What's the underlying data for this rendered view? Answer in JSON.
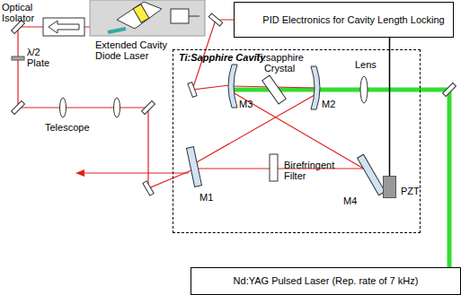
{
  "diagram": {
    "nodes": [
      {
        "text": [
          "PID Electronics for Cavity Length Locking"
        ]
      },
      {
        "text": [
          "Ti:Sapphire Cavity"
        ]
      },
      {
        "text": [
          "PZT"
        ],
        "in": 1
      },
      {
        "text": [
          "Nd:YAG Pulsed Laser (Rep. rate of 7 kHz)"
        ]
      }
    ],
    "edges": [
      {
        "from": 0,
        "to": 2,
        "arrow": "none"
      }
    ],
    "labels": [
      "Optical Isolator",
      "Extended Cavity Diode Laser",
      "λ/2 Plate",
      "Telescope",
      "Ti:sapphire Crystal",
      "Lens",
      "M3",
      "M2",
      "M1",
      "M4",
      "Birefringent Filter"
    ]
  }
}
